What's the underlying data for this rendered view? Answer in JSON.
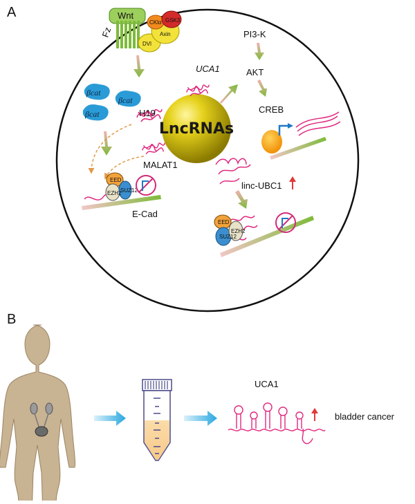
{
  "panel_a": {
    "letter": "A",
    "center": "LncRNAs",
    "wnt": {
      "wnt": "Wnt",
      "fz": "Fz",
      "dvl": "DVl",
      "ckl": "CKlα",
      "gsk": "GSK3",
      "axin": "Axin"
    },
    "bcat": "βcat",
    "h19": "H19",
    "malat1": "MALAT1",
    "ecad": "E-Cad",
    "pi3k": "PI3-K",
    "akt": "AKT",
    "creb": "CREB",
    "uca1": "UCA1",
    "linc_ubc1": "linc-UBC1",
    "complex": {
      "eed": "EED",
      "ezh2": "EZH2",
      "suz12": "SUZ12"
    }
  },
  "panel_b": {
    "letter": "B",
    "rna_label": "UCA1",
    "outcome": "bladder cancer"
  },
  "colors": {
    "sphere": "#c9b400",
    "rna": "#e0287f",
    "beta_catenin": "#2a9bd6",
    "arrow_green": "#7dbb3a",
    "arrow_pink": "#e9a3a6",
    "body": "#c8b393",
    "flow_arrow": "#3aaee0",
    "up_arrow": "#e2383a",
    "chromatin": "#8cc63f"
  }
}
